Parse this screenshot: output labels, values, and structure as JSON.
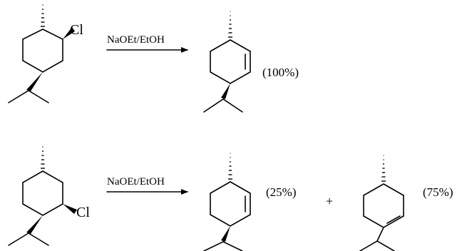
{
  "reactions": [
    {
      "reagent": "NaOEt/EtOH",
      "reactant_substituent": "Cl",
      "products": [
        {
          "yield": "(100%)"
        }
      ]
    },
    {
      "reagent": "NaOEt/EtOH",
      "reactant_substituent": "Cl",
      "products": [
        {
          "yield": "(25%)"
        },
        {
          "yield": "(75%)"
        }
      ],
      "plus_sign": "+"
    }
  ]
}
